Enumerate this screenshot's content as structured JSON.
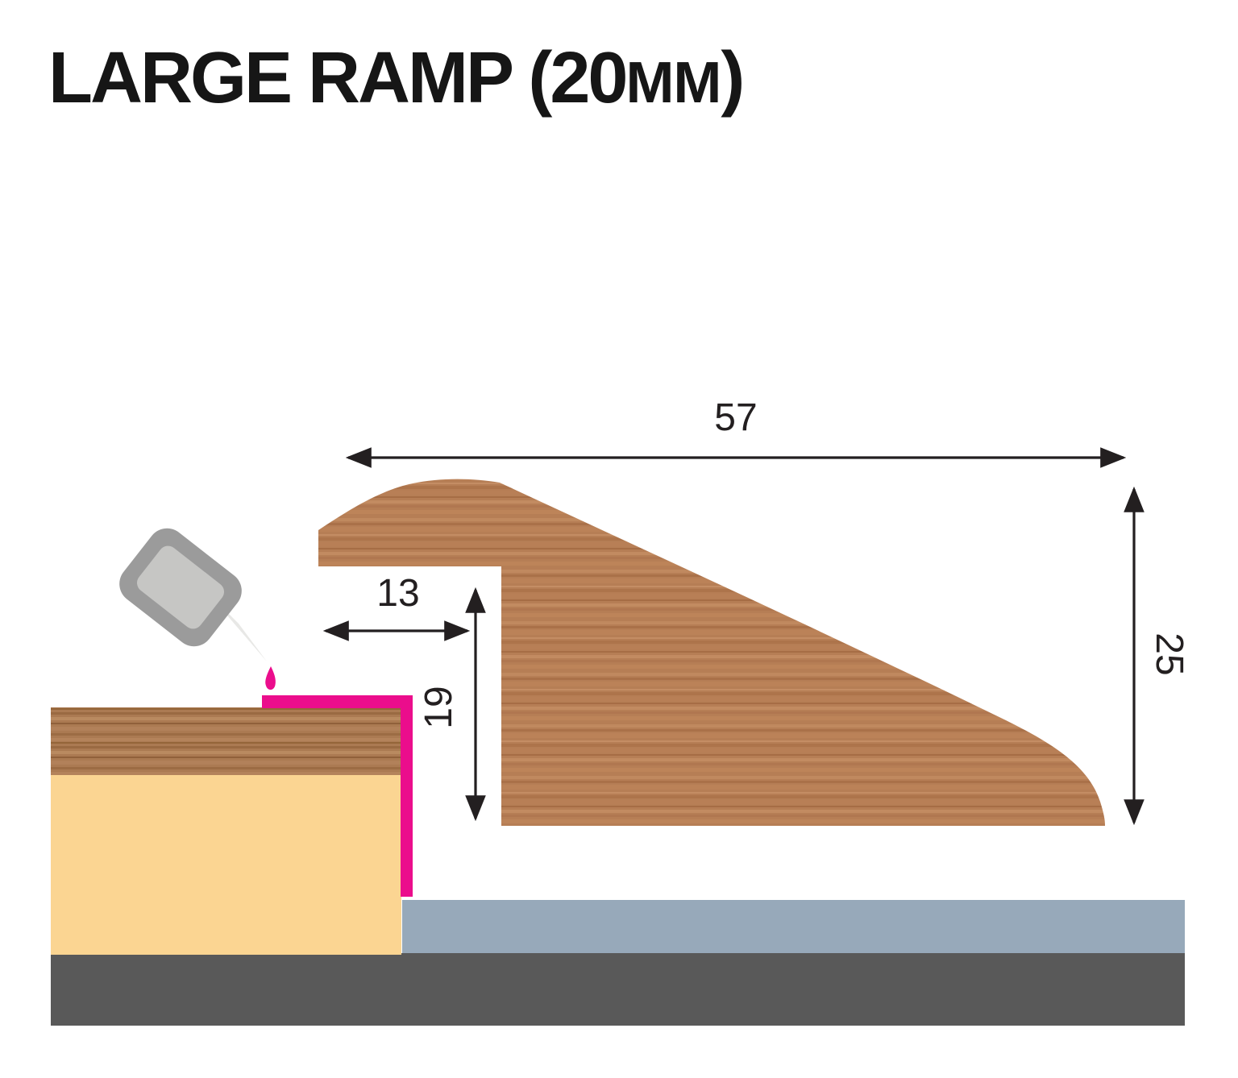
{
  "title": {
    "main": "LARGE RAMP (20",
    "unit": "MM",
    "close": ")"
  },
  "dimensions": {
    "top_width": {
      "value": "57"
    },
    "nose_depth": {
      "value": "13"
    },
    "recess_height": {
      "value": "19"
    },
    "overall_height": {
      "value": "25"
    }
  },
  "colors": {
    "wood_ramp_base": "#b67e55",
    "wood_plank_base": "#ab7a52",
    "floor_core": "#fbd592",
    "adhesive": "#eb0d8c",
    "underlay": "#97a9ba",
    "subfloor": "#595959",
    "bottle_body": "#9b9b9b",
    "bottle_inner": "#c6c6c4",
    "bottle_nozzle": "#e8e8e6",
    "dimension_ink": "#231f20"
  }
}
